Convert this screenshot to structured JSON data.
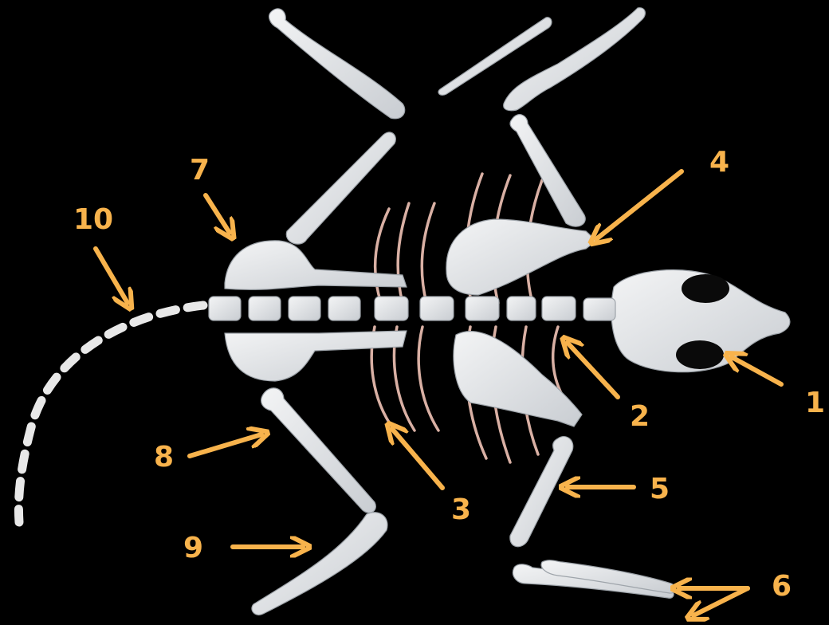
{
  "figure": {
    "background": "#000000",
    "label_color": "#F8B34C",
    "bone_color": "#E6E9EC",
    "rib_color": "#D9B0A4",
    "tail_guide_color": "#E8E8E8"
  },
  "labels": [
    {
      "id": "1",
      "text": "1"
    },
    {
      "id": "2",
      "text": "2"
    },
    {
      "id": "3",
      "text": "3"
    },
    {
      "id": "4",
      "text": "4"
    },
    {
      "id": "5",
      "text": "5"
    },
    {
      "id": "6",
      "text": "6"
    },
    {
      "id": "7",
      "text": "7"
    },
    {
      "id": "8",
      "text": "8"
    },
    {
      "id": "9",
      "text": "9"
    },
    {
      "id": "10",
      "text": "10"
    }
  ]
}
